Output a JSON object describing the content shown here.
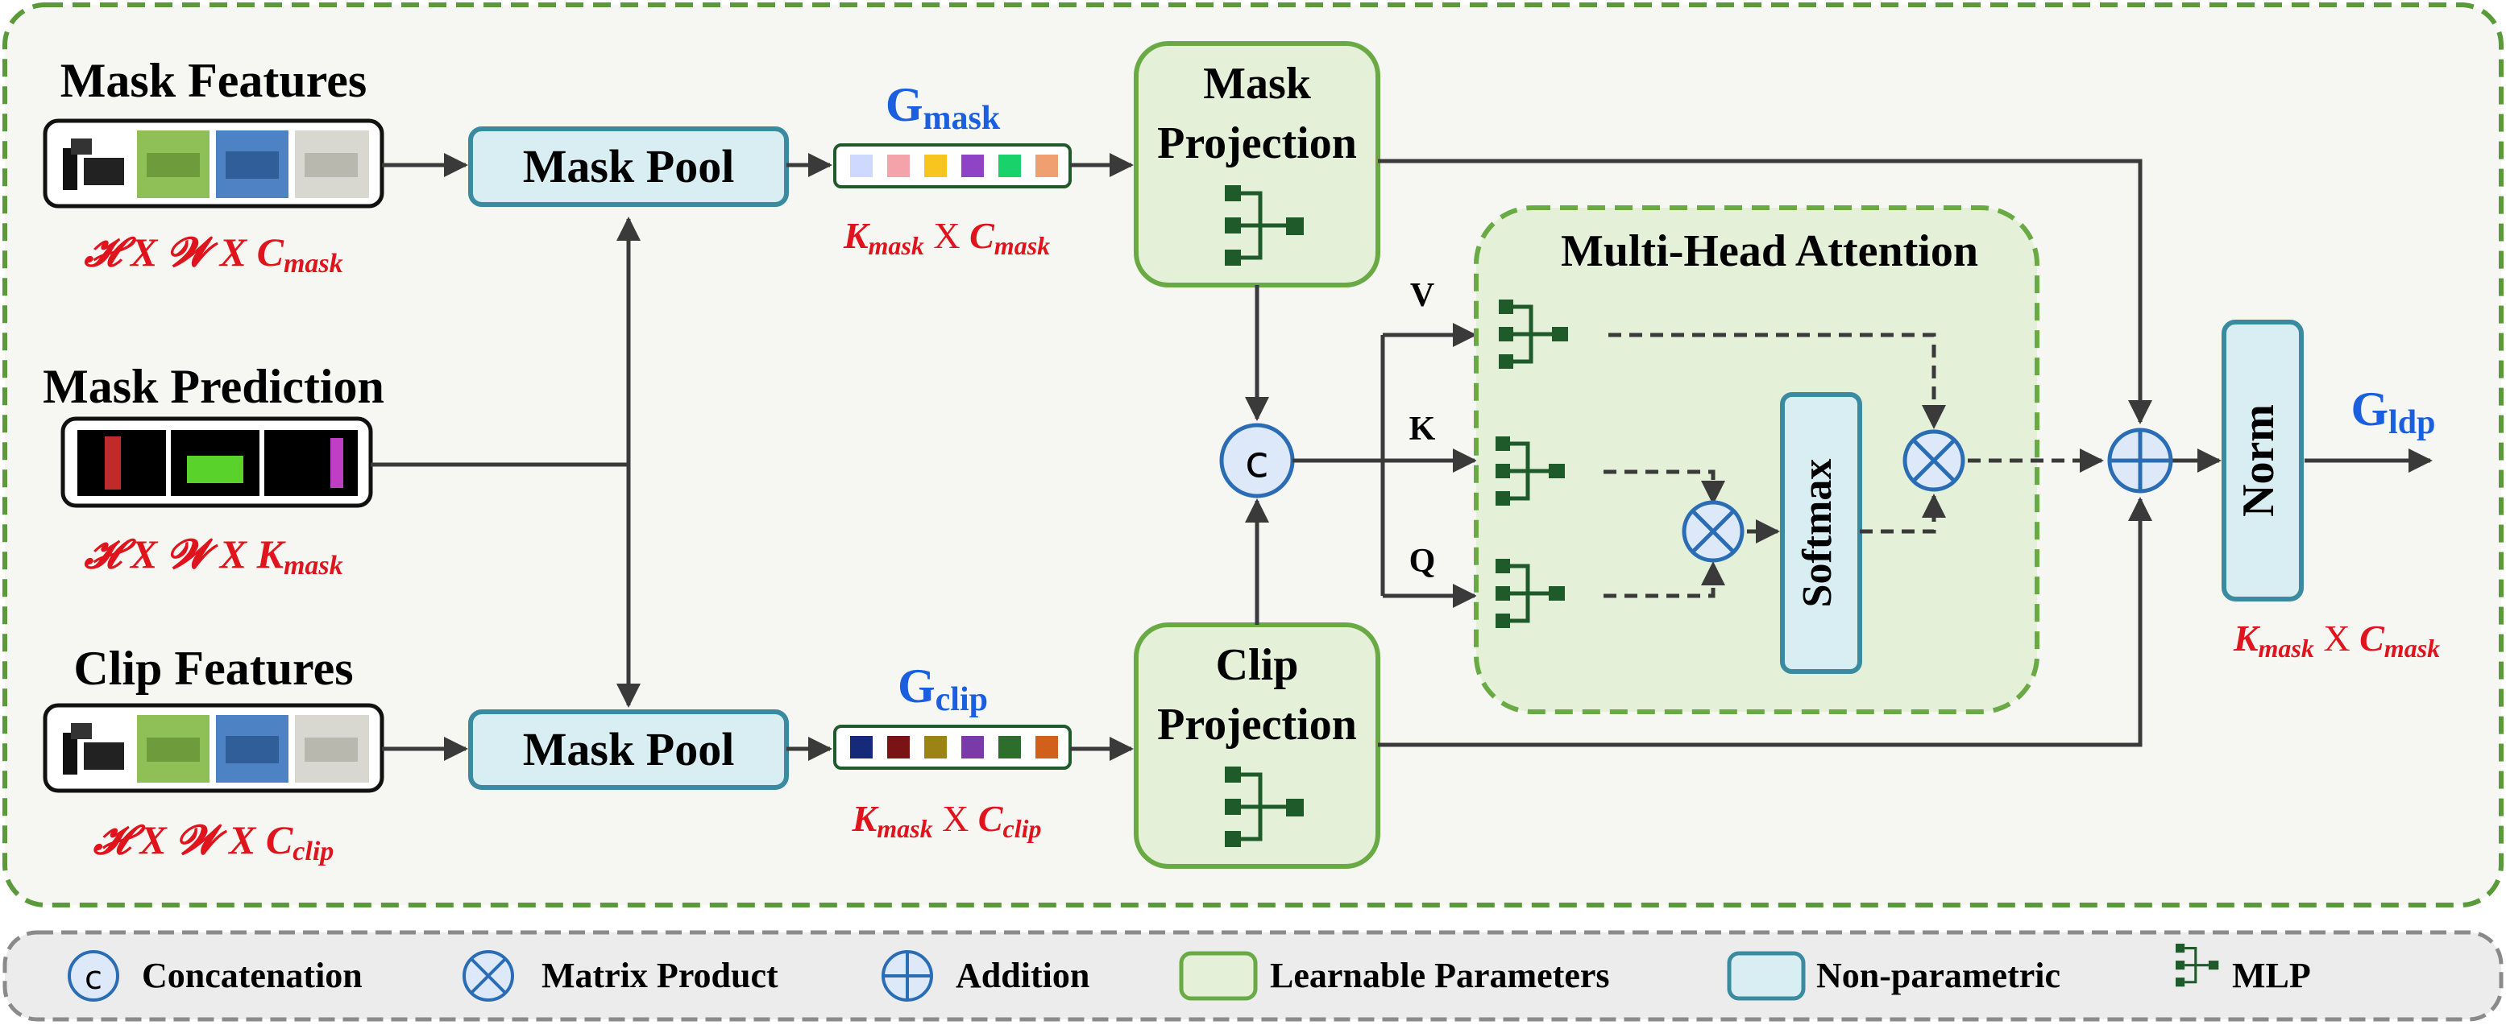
{
  "inputs": {
    "mask_features": {
      "title": "Mask Features",
      "dim_prefix": "𝓗 X 𝓦 X ",
      "dim_var": "C",
      "dim_sub": "mask"
    },
    "mask_prediction": {
      "title": "Mask Prediction",
      "dim_prefix": "𝓗 X 𝓦 X ",
      "dim_var": "K",
      "dim_sub": "mask"
    },
    "clip_features": {
      "title": "Clip Features",
      "dim_prefix": "𝓗 X 𝓦 X ",
      "dim_var": "C",
      "dim_sub": "clip"
    }
  },
  "pool": {
    "label": "Mask Pool"
  },
  "g_mask": {
    "base": "G",
    "sub": "mask",
    "dim_k": "K",
    "dim_k_sub": "mask",
    "dim_x": " X ",
    "dim_c": "C",
    "dim_c_sub": "mask",
    "colors": [
      "#cfd8ff",
      "#f4a3ab",
      "#f7c51e",
      "#8e44c4",
      "#19d36a",
      "#f0a070"
    ]
  },
  "g_clip": {
    "base": "G",
    "sub": "clip",
    "dim_k": "K",
    "dim_k_sub": "mask",
    "dim_x": " X ",
    "dim_c": "C",
    "dim_c_sub": "clip",
    "colors": [
      "#152a78",
      "#7a1414",
      "#9c8414",
      "#7a3aa8",
      "#2d6e2d",
      "#d0601c"
    ]
  },
  "projection": {
    "mask_line1": "Mask",
    "mask_line2": "Projection",
    "clip_line1": "Clip",
    "clip_line2": "Projection"
  },
  "mha": {
    "title": "Multi-Head Attention",
    "v": "V",
    "k": "K",
    "q": "Q",
    "softmax": "Softmax"
  },
  "concat_symbol": "c",
  "norm": {
    "label": "Norm"
  },
  "output": {
    "base": "G",
    "sub": "ldp",
    "dim_k": "K",
    "dim_k_sub": "mask",
    "dim_x": " X ",
    "dim_c": "C",
    "dim_c_sub": "mask"
  },
  "legend": {
    "concat_symbol": "c",
    "concatenation": "Concatenation",
    "matrix_product": "Matrix Product",
    "addition": "Addition",
    "learnable": "Learnable Parameters",
    "nonparam": "Non-parametric",
    "mlp": "MLP"
  },
  "colors": {
    "learnable_fill": "#e4f0d8",
    "learnable_stroke": "#6aaa45",
    "nonparam_fill": "#d8eef2",
    "nonparam_stroke": "#3a8ba0",
    "mlp": "#1f5a2a",
    "op_fill": "#dde8f8",
    "op_stroke": "#2a6db5",
    "red_text": "#e0141c",
    "blue_text": "#1a5fe0",
    "main_border": "#5a9a3a",
    "legend_border": "#8a8a8a"
  }
}
